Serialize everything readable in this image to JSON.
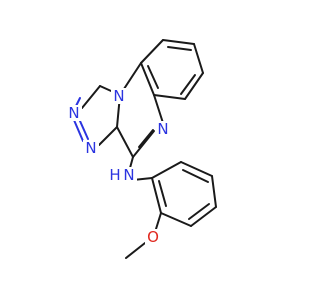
{
  "molecule": {
    "atoms": {
      "n_triazole_bridge": "N",
      "n_triazole_a": "N",
      "n_triazole_b": "N",
      "n_quinoxaline": "N",
      "nh_amine": "N",
      "nh_hydrogen": "H",
      "o_methoxy": "O"
    }
  },
  "colors": {
    "nitrogen": "#2b34e0",
    "oxygen": "#e0281f",
    "carbon_bond": "#1a1a1a"
  }
}
